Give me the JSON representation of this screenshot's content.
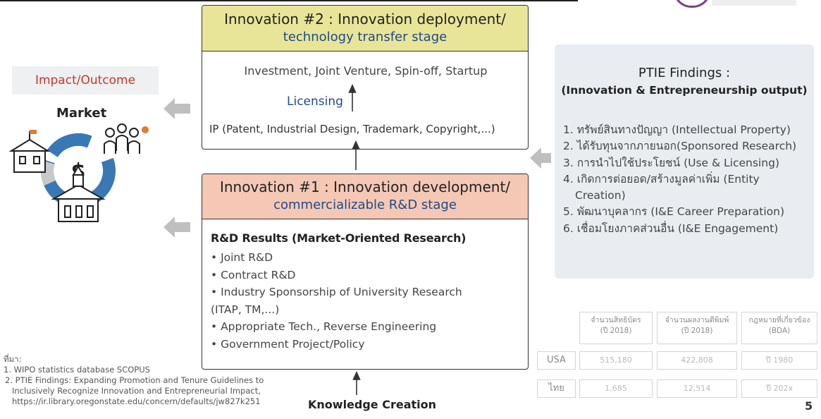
{
  "innovation2": {
    "title": "Innovation #2 : Innovation deployment/",
    "subtitle": "technology transfer stage",
    "outputs": "Investment, Joint Venture, Spin-off, Startup",
    "licensing": "Licensing",
    "ip": "IP (Patent, Industrial Design, Trademark, Copyright,...)"
  },
  "innovation1": {
    "title": "Innovation #1 : Innovation development/",
    "subtitle": "commercializable R&D stage",
    "results_title": "R&D Results (Market-Oriented Research)",
    "items": [
      "• Joint R&D",
      "• Contract R&D",
      "• Industry Sponsorship of University Research",
      "(ITAP, TM,...)",
      "• Appropriate Tech., Reverse Engineering",
      "• Government Project/Policy"
    ]
  },
  "ptie": {
    "title": "PTIE Findings :",
    "subtitle": "(Innovation & Entrepreneurship output)",
    "items": [
      "1. ทรัพย์สินทางปัญญา (Intellectual Property)",
      "2. ได้รับทุนจากภายนอก(Sponsored Research)",
      "3. การนำไปใช้ประโยชน์ (Use & Licensing)",
      "4. เกิดการต่อยอด/สร้างมูลค่าเพิ่ม (Entity",
      "Creation)",
      "5. พัฒนาบุคลากร (I&E Career Preparation)",
      "6. เชื่อมโยงภาคส่วนอื่น (I&E Engagement)"
    ]
  },
  "left": {
    "impact": "Impact/Outcome",
    "market": "Market",
    "currency_symbol": "$"
  },
  "table": {
    "headers": [
      "จำนวนสิทธิบัตร (ปี 2018)",
      "จำนวนผลงานตีพิมพ์ (ปี 2018)",
      "กฎหมายที่เกี่ยวข้อง (BDA)"
    ],
    "header_lines": [
      [
        "จำนวนสิทธิบัตร",
        "(ปี 2018)"
      ],
      [
        "จำนวนผลงานตีพิมพ์",
        "(ปี 2018)"
      ],
      [
        "กฎหมายที่เกี่ยวข้อง",
        "(BDA)"
      ]
    ],
    "rows": [
      {
        "label": "USA",
        "cells": [
          "515,180",
          "422,808",
          "ปี 1980"
        ]
      },
      {
        "label": "ไทย",
        "cells": [
          "1,685",
          "12,514",
          "ปี 202x"
        ]
      }
    ]
  },
  "references": {
    "label": "ที่มา:",
    "items": [
      "1.  WIPO statistics database SCOPUS",
      "2.  PTIE Findings: Expanding Promotion and Tenure Guidelines to Inclusively Recognize Innovation and Entrepreneurial Impact, https://ir.library.oregonstate.edu/concern/defaults/jw827k251"
    ]
  },
  "knowledge_creation": "Knowledge Creation",
  "page_number": "5",
  "colors": {
    "innovation2_header": "#e8e598",
    "innovation1_header": "#f4c8b4",
    "subtitle_blue": "#1f4a8a",
    "impact_red": "#c0392b",
    "ptie_panel": "#e9edf2",
    "arrow_gray": "#bfbfbf",
    "icon_blue": "#3a78b5",
    "icon_orange": "#e07a2e"
  }
}
